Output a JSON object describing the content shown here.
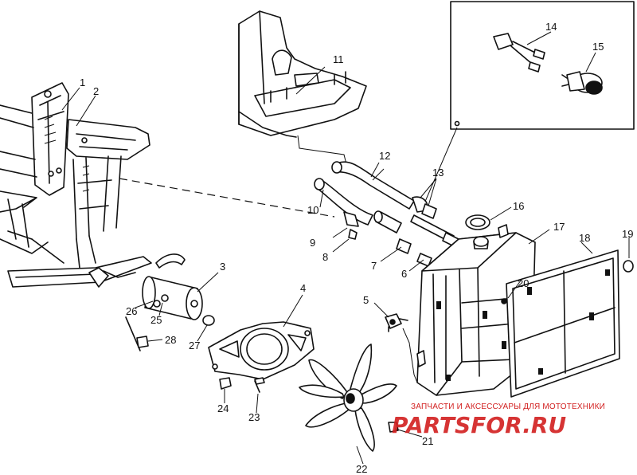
{
  "callouts": [
    {
      "id": "1",
      "label": "1"
    },
    {
      "id": "2",
      "label": "2"
    },
    {
      "id": "3",
      "label": "3"
    },
    {
      "id": "4",
      "label": "4"
    },
    {
      "id": "5",
      "label": "5"
    },
    {
      "id": "6",
      "label": "6"
    },
    {
      "id": "7",
      "label": "7"
    },
    {
      "id": "8",
      "label": "8"
    },
    {
      "id": "9",
      "label": "9"
    },
    {
      "id": "10",
      "label": "10"
    },
    {
      "id": "11",
      "label": "11"
    },
    {
      "id": "12",
      "label": "12"
    },
    {
      "id": "13",
      "label": "13"
    },
    {
      "id": "14",
      "label": "14"
    },
    {
      "id": "15",
      "label": "15"
    },
    {
      "id": "16",
      "label": "16"
    },
    {
      "id": "17",
      "label": "17"
    },
    {
      "id": "18",
      "label": "18"
    },
    {
      "id": "19",
      "label": "19"
    },
    {
      "id": "20",
      "label": "20"
    },
    {
      "id": "21",
      "label": "21"
    },
    {
      "id": "22",
      "label": "22"
    },
    {
      "id": "23",
      "label": "23"
    },
    {
      "id": "24",
      "label": "24"
    },
    {
      "id": "25",
      "label": "25"
    },
    {
      "id": "26",
      "label": "26"
    },
    {
      "id": "27",
      "label": "27"
    },
    {
      "id": "28",
      "label": "28"
    }
  ],
  "watermark": {
    "tagline": "ЗАПЧАСТИ И АКСЕССУАРЫ ДЛЯ МОТОТЕХНИКИ",
    "logo": "PARTSFOR.RU",
    "color": "#d21f1f"
  },
  "colors": {
    "line": "#111111",
    "background": "#ffffff"
  }
}
